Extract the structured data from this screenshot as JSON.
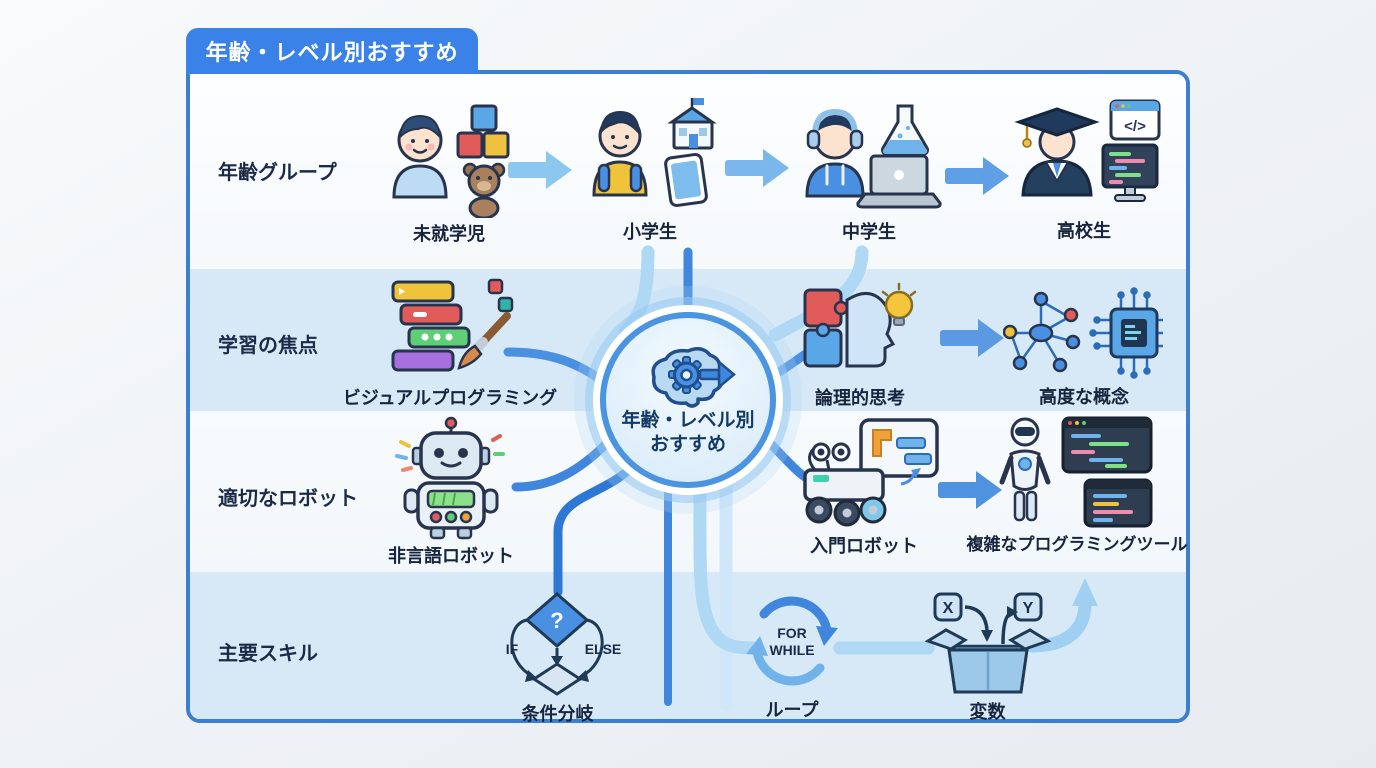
{
  "tab_title": "年齢・レベル別おすすめ",
  "center": {
    "line1": "年齢・レベル別",
    "line2": "おすすめ",
    "icon": "brain-gear-arrow-icon"
  },
  "rows": [
    {
      "label": "年齢グループ",
      "items": [
        "未就学児",
        "小学生",
        "中学生",
        "高校生"
      ]
    },
    {
      "label": "学習の焦点",
      "items": [
        "ビジュアルプログラミング",
        "論理的思考",
        "高度な概念"
      ]
    },
    {
      "label": "適切なロボット",
      "items": [
        "非言語ロボット",
        "入門ロボット",
        "複雑なプログラミングツール"
      ]
    },
    {
      "label": "主要スキル",
      "items": [
        "条件分岐",
        "ループ",
        "変数"
      ]
    }
  ],
  "glyphs": {
    "question": "?",
    "if": "IF",
    "else": "ELSE",
    "for": "FOR",
    "while": "WHILE",
    "var_x": "X",
    "var_y": "Y",
    "code": "</>"
  },
  "colors": {
    "accent_blue": "#3b82e8",
    "panel_border": "#3b7fd0",
    "row_highlight": "#d7e9f7",
    "connector_dark": "#3f86dc",
    "connector_light": "#aed8f3",
    "arrow_light": "#8cc7f0",
    "arrow_medium": "#5b9ae2",
    "center_text": "#123a66"
  }
}
